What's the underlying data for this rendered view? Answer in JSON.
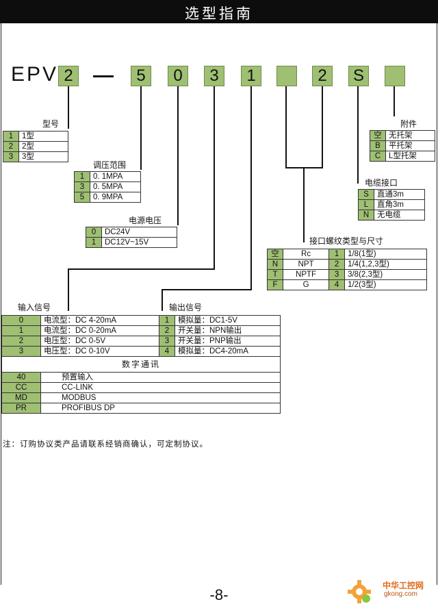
{
  "header": {
    "title": "选型指南"
  },
  "model": {
    "prefix": "EPV",
    "codes": [
      "2",
      "5",
      "0",
      "3",
      "1",
      "",
      "2",
      "S",
      ""
    ]
  },
  "sections": {
    "model_no": {
      "title": "型号",
      "rows": [
        [
          "1",
          "1型"
        ],
        [
          "2",
          "2型"
        ],
        [
          "3",
          "3型"
        ]
      ]
    },
    "pressure_range": {
      "title": "调压范围",
      "rows": [
        [
          "1",
          "0. 1MPA"
        ],
        [
          "3",
          "0. 5MPA"
        ],
        [
          "5",
          "0. 9MPA"
        ]
      ]
    },
    "power_voltage": {
      "title": "电源电压",
      "rows": [
        [
          "0",
          "DC24V"
        ],
        [
          "1",
          "DC12V~15V"
        ]
      ]
    },
    "input_signal": {
      "title": "输入信号",
      "rows": [
        [
          "0",
          "电流型：DC 4-20mA"
        ],
        [
          "1",
          "电流型：DC 0-20mA"
        ],
        [
          "2",
          "电压型：DC 0-5V"
        ],
        [
          "3",
          "电压型：DC 0-10V"
        ]
      ]
    },
    "output_signal": {
      "title": "输出信号",
      "rows": [
        [
          "1",
          "模拟量：DC1-5V"
        ],
        [
          "2",
          "开关量：NPN输出"
        ],
        [
          "3",
          "开关量：PNP输出"
        ],
        [
          "4",
          "模拟量：DC4-20mA"
        ]
      ]
    },
    "digital_comm": {
      "title": "数字通讯",
      "rows": [
        [
          "40",
          "预置输入"
        ],
        [
          "CC",
          "CC-LINK"
        ],
        [
          "MD",
          "MODBUS"
        ],
        [
          "PR",
          "PROFIBUS DP"
        ]
      ]
    },
    "thread": {
      "title": "接口螺纹类型与尺寸",
      "rows": [
        [
          "空",
          "Rc",
          "1",
          "1/8(1型)"
        ],
        [
          "N",
          "NPT",
          "2",
          "1/4(1,2,3型)"
        ],
        [
          "T",
          "NPTF",
          "3",
          "3/8(2,3型)"
        ],
        [
          "F",
          "G",
          "4",
          "1/2(3型)"
        ]
      ]
    },
    "cable": {
      "title": "电缆接口",
      "rows": [
        [
          "S",
          "直通3m"
        ],
        [
          "L",
          "直角3m"
        ],
        [
          "N",
          "无电缆"
        ]
      ]
    },
    "accessory": {
      "title": "附件",
      "rows": [
        [
          "空",
          "无托架"
        ],
        [
          "B",
          "平托架"
        ],
        [
          "C",
          "L型托架"
        ]
      ]
    }
  },
  "note": "注：订购协议类产品请联系经销商确认，可定制协议。",
  "page_number": "-8-",
  "watermark": {
    "brand": "中华工控网",
    "url": "gkong.com"
  },
  "colors": {
    "code_box": "#9fbf73",
    "header_bg": "#0d0d0d"
  }
}
